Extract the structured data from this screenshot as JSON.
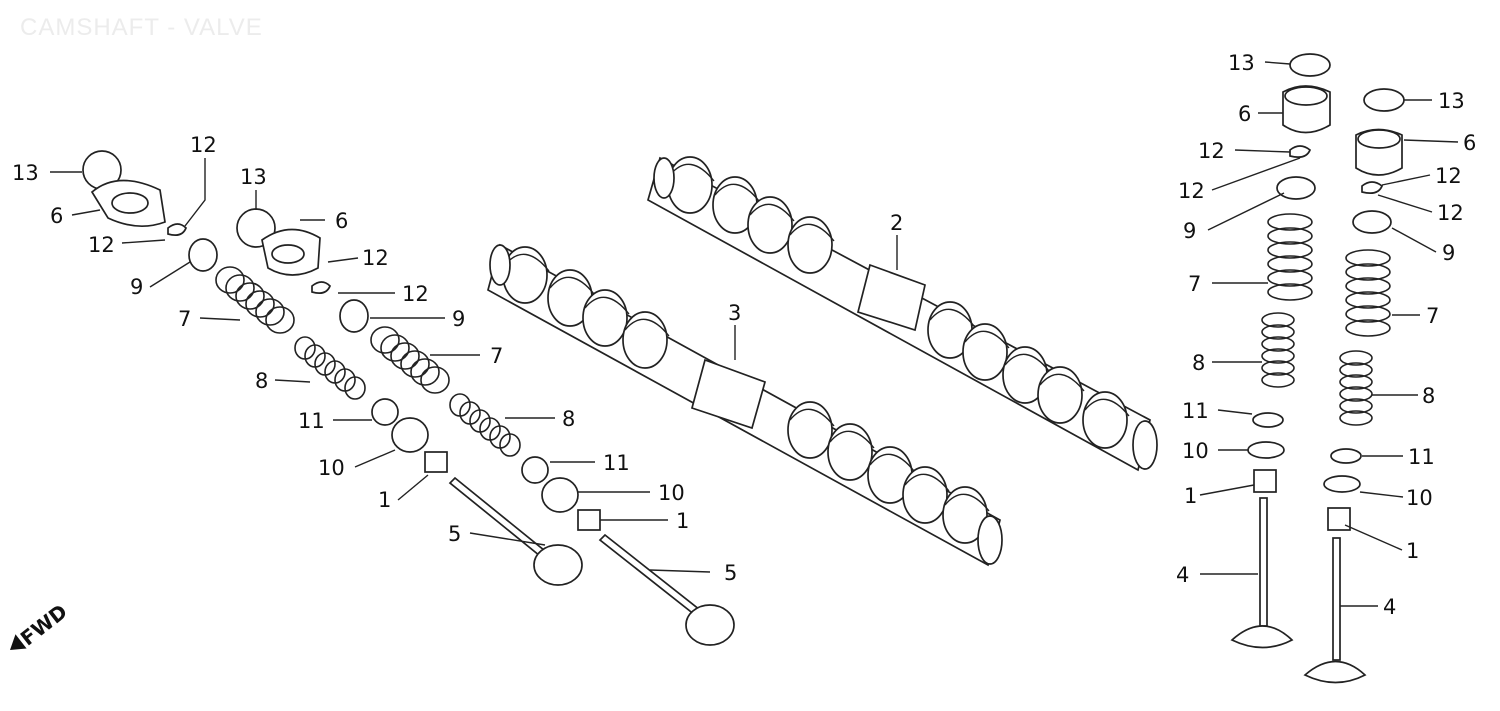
{
  "title": "CAMSHAFT - VALVE",
  "fwd_label": "FWD",
  "colors": {
    "ink": "#111111",
    "paper": "#ffffff",
    "title": "#ececec"
  },
  "callouts": [
    {
      "id": "c13a",
      "text": "13"
    },
    {
      "id": "c6a",
      "text": "6"
    },
    {
      "id": "c12a",
      "text": "12"
    },
    {
      "id": "c12b",
      "text": "12"
    },
    {
      "id": "c9a",
      "text": "9"
    },
    {
      "id": "c7a",
      "text": "7"
    },
    {
      "id": "c8a",
      "text": "8"
    },
    {
      "id": "c11a",
      "text": "11"
    },
    {
      "id": "c10a",
      "text": "10"
    },
    {
      "id": "c1a",
      "text": "1"
    },
    {
      "id": "c5a",
      "text": "5"
    },
    {
      "id": "c13b",
      "text": "13"
    },
    {
      "id": "c6b",
      "text": "6"
    },
    {
      "id": "c12c",
      "text": "12"
    },
    {
      "id": "c12d",
      "text": "12"
    },
    {
      "id": "c9b",
      "text": "9"
    },
    {
      "id": "c7b",
      "text": "7"
    },
    {
      "id": "c8b",
      "text": "8"
    },
    {
      "id": "c11b",
      "text": "11"
    },
    {
      "id": "c10b",
      "text": "10"
    },
    {
      "id": "c1b",
      "text": "1"
    },
    {
      "id": "c5b",
      "text": "5"
    },
    {
      "id": "c2",
      "text": "2"
    },
    {
      "id": "c3",
      "text": "3"
    },
    {
      "id": "c13c",
      "text": "13"
    },
    {
      "id": "c6c",
      "text": "6"
    },
    {
      "id": "c12e",
      "text": "12"
    },
    {
      "id": "c12f",
      "text": "12"
    },
    {
      "id": "c9c",
      "text": "9"
    },
    {
      "id": "c7c",
      "text": "7"
    },
    {
      "id": "c8c",
      "text": "8"
    },
    {
      "id": "c11c",
      "text": "11"
    },
    {
      "id": "c10c",
      "text": "10"
    },
    {
      "id": "c1c",
      "text": "1"
    },
    {
      "id": "c4a",
      "text": "4"
    },
    {
      "id": "c13d",
      "text": "13"
    },
    {
      "id": "c6d",
      "text": "6"
    },
    {
      "id": "c12g",
      "text": "12"
    },
    {
      "id": "c12h",
      "text": "12"
    },
    {
      "id": "c9d",
      "text": "9"
    },
    {
      "id": "c7d",
      "text": "7"
    },
    {
      "id": "c8d",
      "text": "8"
    },
    {
      "id": "c11d",
      "text": "11"
    },
    {
      "id": "c10d",
      "text": "10"
    },
    {
      "id": "c1d",
      "text": "1"
    },
    {
      "id": "c4b",
      "text": "4"
    }
  ]
}
